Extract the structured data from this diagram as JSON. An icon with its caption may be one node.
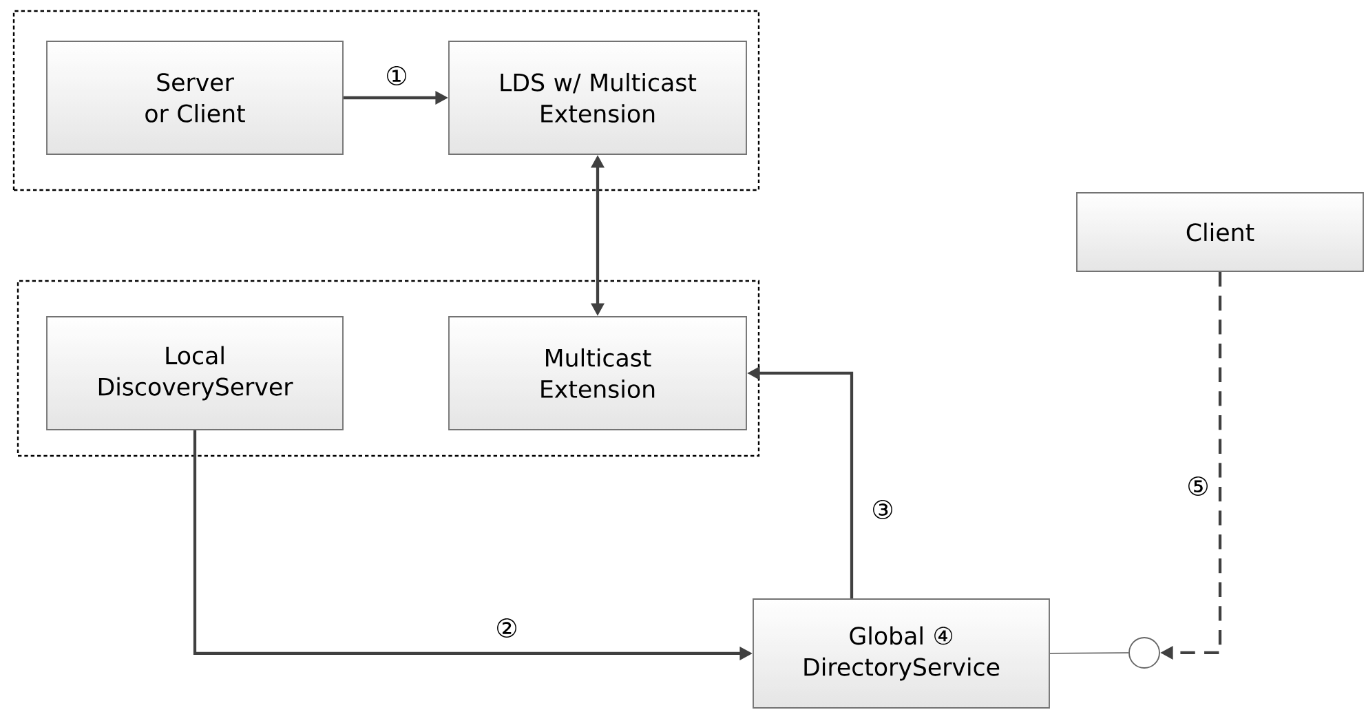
{
  "diagram": {
    "nodes": [
      {
        "text": [],
        "shape": "box"
      },
      {
        "text": [
          "Server or Client"
        ],
        "in": 0
      },
      {
        "text": [
          "LDS w/ Multicast Extension"
        ],
        "in": 0
      },
      {
        "text": [],
        "shape": "box"
      },
      {
        "text": [
          "Local DiscoveryServer"
        ],
        "in": 3
      },
      {
        "text": [
          "Multicast Extension"
        ],
        "in": 3
      },
      {
        "text": [
          "Client"
        ]
      },
      {
        "text": [
          "Global ④ DirectoryService"
        ]
      },
      {
        "text": [],
        "shape": "circle"
      }
    ],
    "edges": [
      {
        "from": 1,
        "to": 2,
        "arrow": "to",
        "label": "①"
      },
      {
        "from": 2,
        "to": 5,
        "arrow": "both"
      },
      {
        "from": 4,
        "to": 7,
        "arrow": "to",
        "label": "②"
      },
      {
        "from": 7,
        "to": 5,
        "arrow": "to",
        "label": "③"
      },
      {
        "from": 6,
        "to": 8,
        "arrow": "to",
        "label": "⑤",
        "style": "dashed"
      },
      {
        "from": 7,
        "to": 8,
        "arrow": "none",
        "color": "#808080"
      }
    ]
  }
}
